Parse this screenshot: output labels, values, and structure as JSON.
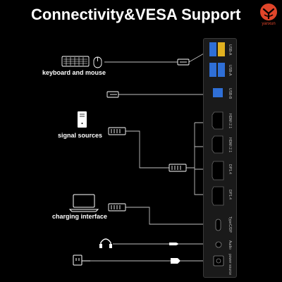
{
  "title": "Connectivity&VESA Support",
  "logo": {
    "text": "yanxun",
    "color": "#e0452a"
  },
  "labels": {
    "keyboard_mouse": "keyboard and mouse",
    "signal_sources": "signal sources",
    "charging_interface": "charging interface"
  },
  "ports": [
    {
      "name": "usb-a-1",
      "label": "USB-A"
    },
    {
      "name": "usb-a-2",
      "label": "USB-A"
    },
    {
      "name": "usb-b",
      "label": "USB-B"
    },
    {
      "name": "hdmi-1",
      "label": "HDMI 2.1"
    },
    {
      "name": "hdmi-2",
      "label": "HDMI 2.1"
    },
    {
      "name": "dp-1",
      "label": "DP1.4"
    },
    {
      "name": "dp-2",
      "label": "DP1.4"
    },
    {
      "name": "type-c",
      "label": "TypeC/DP"
    },
    {
      "name": "audio",
      "label": "Audio"
    },
    {
      "name": "power",
      "label": "power source"
    }
  ],
  "colors": {
    "line": "#bfbfbf",
    "usb_blue": "#2f6fd6",
    "usb_yellow": "#e0b020",
    "panel": "#1a1a1a"
  },
  "icons": [
    "keyboard-icon",
    "mouse-icon",
    "usb-plug-icon",
    "pc-tower-icon",
    "hdmi-plug-icon",
    "laptop-icon",
    "headphones-icon",
    "audio-plug-icon",
    "power-adapter-icon",
    "power-plug-icon",
    "logo-icon"
  ]
}
